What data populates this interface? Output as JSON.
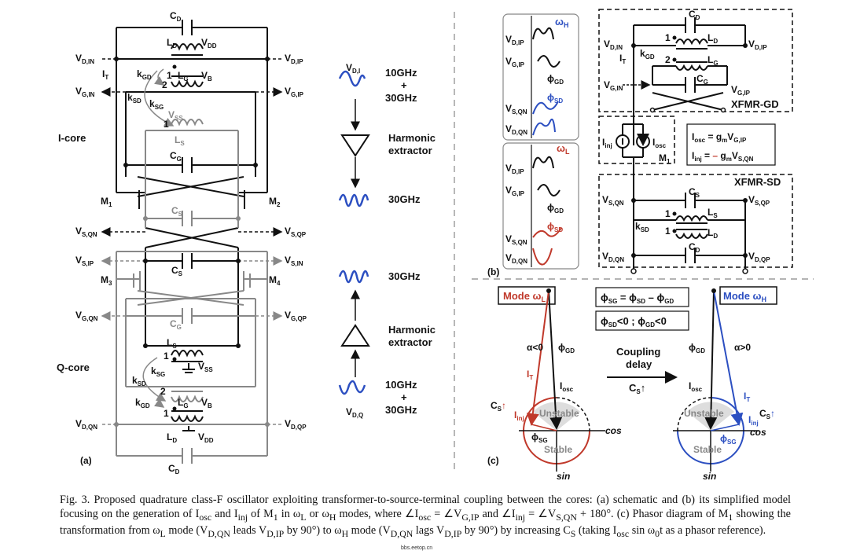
{
  "panel_a": {
    "tag": "(a)",
    "core_i": "I-core",
    "core_q": "Q-core",
    "labels": {
      "cd": "C",
      "cd_sub": "D",
      "ld": "L",
      "ld_sub": "D",
      "vdd": "V",
      "vdd_sub": "DD",
      "vdin": "V",
      "vdin_sub": "D,IN",
      "vdip": "V",
      "vdip_sub": "D,IP",
      "kgd": "k",
      "kgd_sub": "GD",
      "lg": "L",
      "lg_sub": "G",
      "vb": "V",
      "vb_sub": "B",
      "it": "I",
      "it_sub": "T",
      "vgin": "V",
      "vgin_sub": "G,IN",
      "vgip": "V",
      "vgip_sub": "G,IP",
      "ksd": "k",
      "ksd_sub": "SD",
      "ksg": "k",
      "ksg_sub": "SG",
      "vss": "V",
      "vss_sub": "SS",
      "ls": "L",
      "ls_sub": "S",
      "cg": "C",
      "cg_sub": "G",
      "m1": "M",
      "m1_sub": "1",
      "m2": "M",
      "m2_sub": "2",
      "cs": "C",
      "cs_sub": "S",
      "vsqn": "V",
      "vsqn_sub": "S,QN",
      "vsqp": "V",
      "vsqp_sub": "S,QP",
      "vsip": "V",
      "vsip_sub": "S,IP",
      "vsin": "V",
      "vsin_sub": "S,IN",
      "m3": "M",
      "m3_sub": "3",
      "m4": "M",
      "m4_sub": "4",
      "vgqn": "V",
      "vgqn_sub": "G,QN",
      "vgqp": "V",
      "vgqp_sub": "G,QP",
      "vdqn": "V",
      "vdqn_sub": "D,QN",
      "vdqp": "V",
      "vdqp_sub": "D,QP",
      "one": "1",
      "two": "2"
    }
  },
  "harmonics": {
    "vdi": "V",
    "vdi_sub": "D,I",
    "vdq": "V",
    "vdq_sub": "D,Q",
    "mix1": "10GHz",
    "plus": "+",
    "mix2": "30GHz",
    "extractor1": "Harmonic",
    "extractor2": "extractor",
    "out": "30GHz"
  },
  "panel_b": {
    "tag": "(b)",
    "wh": "ω",
    "wh_sub": "H",
    "wl": "ω",
    "wl_sub": "L",
    "phi_gd": "ϕ",
    "phi_gd_sub": "GD",
    "phi_sd": "ϕ",
    "phi_sd_sub": "SD",
    "xfmr_gd": "XFMR-GD",
    "xfmr_sd": "XFMR-SD",
    "iinj": "I",
    "iinj_sub": "inj",
    "iosc": "I",
    "iosc_sub": "osc",
    "eq1": "I",
    "eq1_sub": "osc",
    "eq1_rest": " = g",
    "eq1_m": "m",
    "eq1_v": "V",
    "eq1_vsub": "G,IP",
    "eq2": "I",
    "eq2_sub": "inj",
    "eq2_eq": " = ",
    "eq2_minus": "–",
    "eq2_g": " g",
    "eq2_m": "m",
    "eq2_v": "V",
    "eq2_vsub": "S,QN",
    "m1": "M",
    "m1_sub": "1"
  },
  "panel_c": {
    "tag": "(c)",
    "mode_l": "Mode ω",
    "mode_l_sub": "L",
    "mode_h": "Mode ω",
    "mode_h_sub": "H",
    "eq": "ϕ",
    "eq_sub": "SG",
    "eq_mid": " = ϕ",
    "eq_sub2": "SD",
    "eq_minus": " – ϕ",
    "eq_sub3": "GD",
    "cond": "ϕ",
    "cond_sub": "SD",
    "cond_mid": "<0 ; ϕ",
    "cond_sub2": "GD",
    "cond_end": "<0",
    "alpha_neg": "α<0",
    "alpha_pos": "α>0",
    "coupling": "Coupling",
    "delay": "delay",
    "cs_up": "C",
    "cs_up_sub": "S",
    "arrow": "↑",
    "unstable": "Unstable",
    "stable": "Stable",
    "cos": "cos",
    "sin": "sin"
  },
  "caption": {
    "line": "Fig. 3.   Proposed quadrature class-F oscillator exploiting transformer-to-source-terminal coupling between the cores: (a) schematic and (b) its simplified model focusing on the generation of I",
    "a": "osc",
    "b": " and I",
    "c": "inj",
    "d": " of M",
    "e": "1",
    "f": " in ω",
    "g": "L",
    "h": " or ω",
    "i": "H",
    "j": " modes, where ∠I",
    "k": "osc",
    "l": " = ∠V",
    "m": "G,IP",
    "n": " and ∠I",
    "o": "inj",
    "p": " = ∠V",
    "q": "S,QN",
    "r": " + 180°. (c) Phasor diagram of M",
    "s": "1",
    "t": " showing the transformation from ω",
    "u": "L",
    "v": " mode (V",
    "w": "D,QN",
    "x": " leads V",
    "y": "D,IP",
    "z": " by 90°) to ω",
    "aa": "H",
    "bb": " mode (V",
    "cc": "D,QN",
    "dd": " lags V",
    "ee": "D,IP",
    "ff": " by 90°) by increasing C",
    "gg": "S",
    "hh": " (taking I",
    "ii": "osc",
    "jj": " sin ω",
    "kk": "0",
    "ll": "t as a phasor reference)."
  },
  "watermark": "bbs.eetop.cn",
  "colors": {
    "red": "#c0392b",
    "blue": "#2c4fc1",
    "grey": "#888888"
  }
}
